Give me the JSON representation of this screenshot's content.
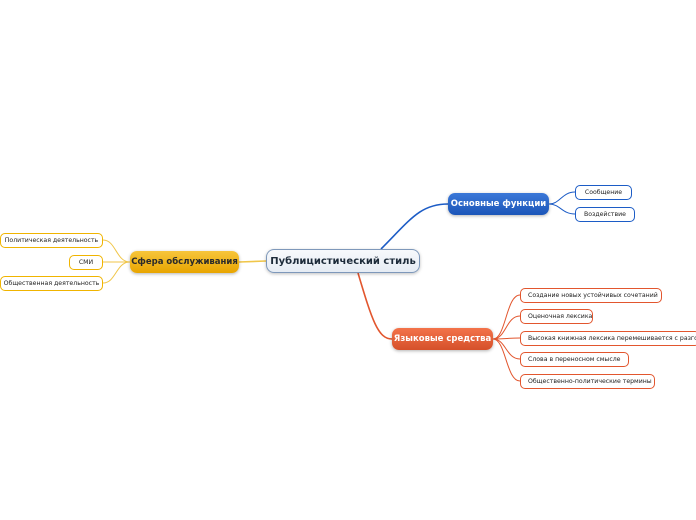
{
  "central": {
    "label": "Публицистический стиль"
  },
  "branches": {
    "functions": {
      "label": "Основные функции",
      "color": "#1c5cc6",
      "items": [
        "Сообщение",
        "Воздействие"
      ]
    },
    "language": {
      "label": "Языковые средства",
      "color": "#e2562e",
      "items": [
        "Создание новых устойчивых сочетаний",
        "Оценочная лексика",
        "Высокая книжная лексика перемешивается с разговорной",
        "Слова в переносном смысле",
        "Общественно-политические термины"
      ]
    },
    "sphere": {
      "label": "Сфера обслуживания",
      "color": "#f0b400",
      "items": [
        "Политическая деятельность",
        "СМИ",
        "Общественная деятельность"
      ]
    }
  }
}
